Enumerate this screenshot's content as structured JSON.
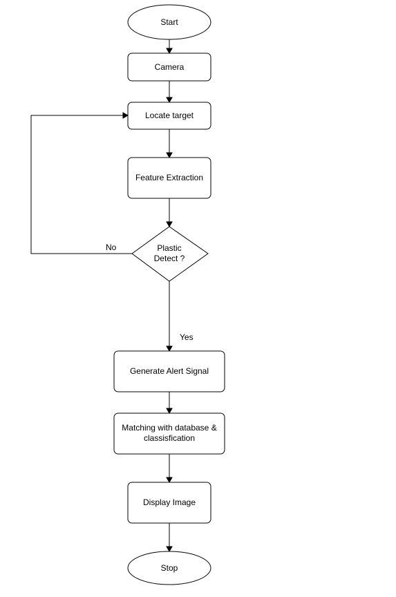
{
  "nodes": {
    "start": "Start",
    "camera": "Camera",
    "locate_target": "Locate target",
    "feature_extraction": "Feature Extraction",
    "plastic_detect": [
      "Plastic",
      "Detect ?"
    ],
    "generate_alert": "Generate Alert Signal",
    "matching": [
      "Matching with database &",
      "classisfication"
    ],
    "display_image": "Display Image",
    "stop": "Stop"
  },
  "edges": {
    "no_label": "No",
    "yes_label": "Yes"
  }
}
